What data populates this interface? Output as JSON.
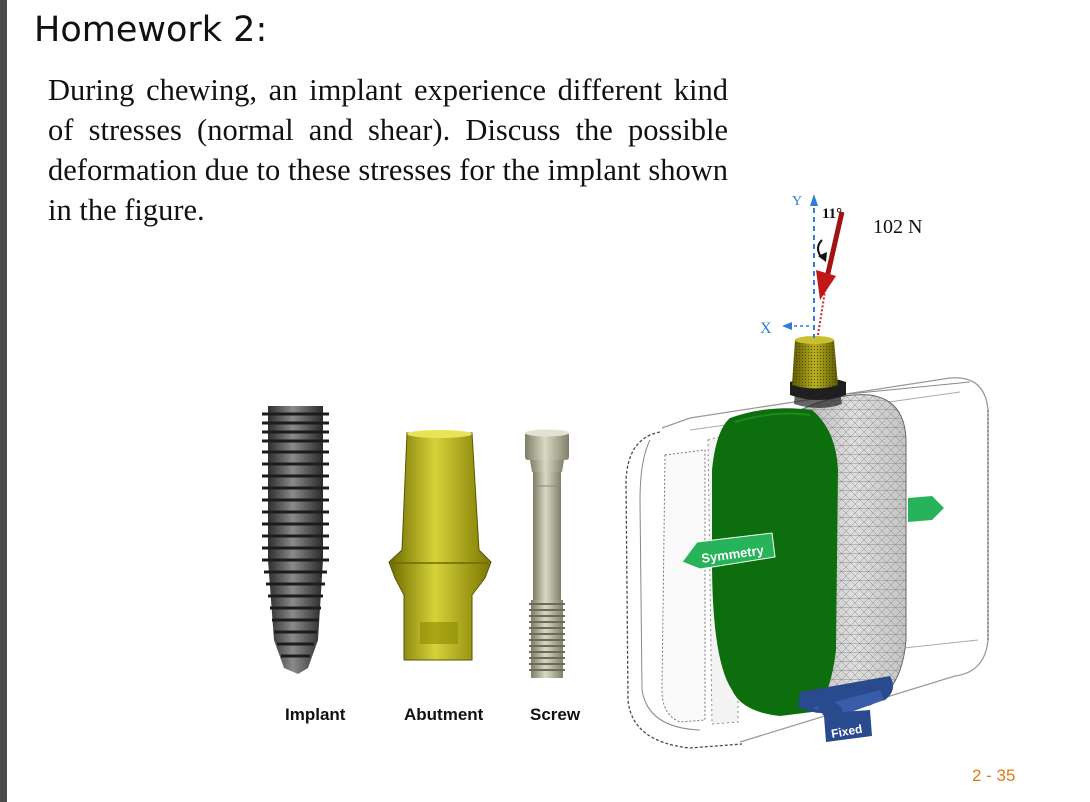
{
  "slide": {
    "title": "Homework 2:",
    "body": "During chewing, an implant experience different kind of stresses (normal and shear). Discuss the possible deformation due to these stresses for the implant shown in the figure.",
    "page_number": "2 - 35"
  },
  "figure": {
    "component_labels": {
      "implant": "Implant",
      "abutment": "Abutment",
      "screw": "Screw"
    },
    "model": {
      "force": "102 N",
      "angle": "11°",
      "axis_y": "Y",
      "axis_x": "X",
      "symmetry_label": "Symmetry",
      "fixed_label": "Fixed"
    }
  }
}
